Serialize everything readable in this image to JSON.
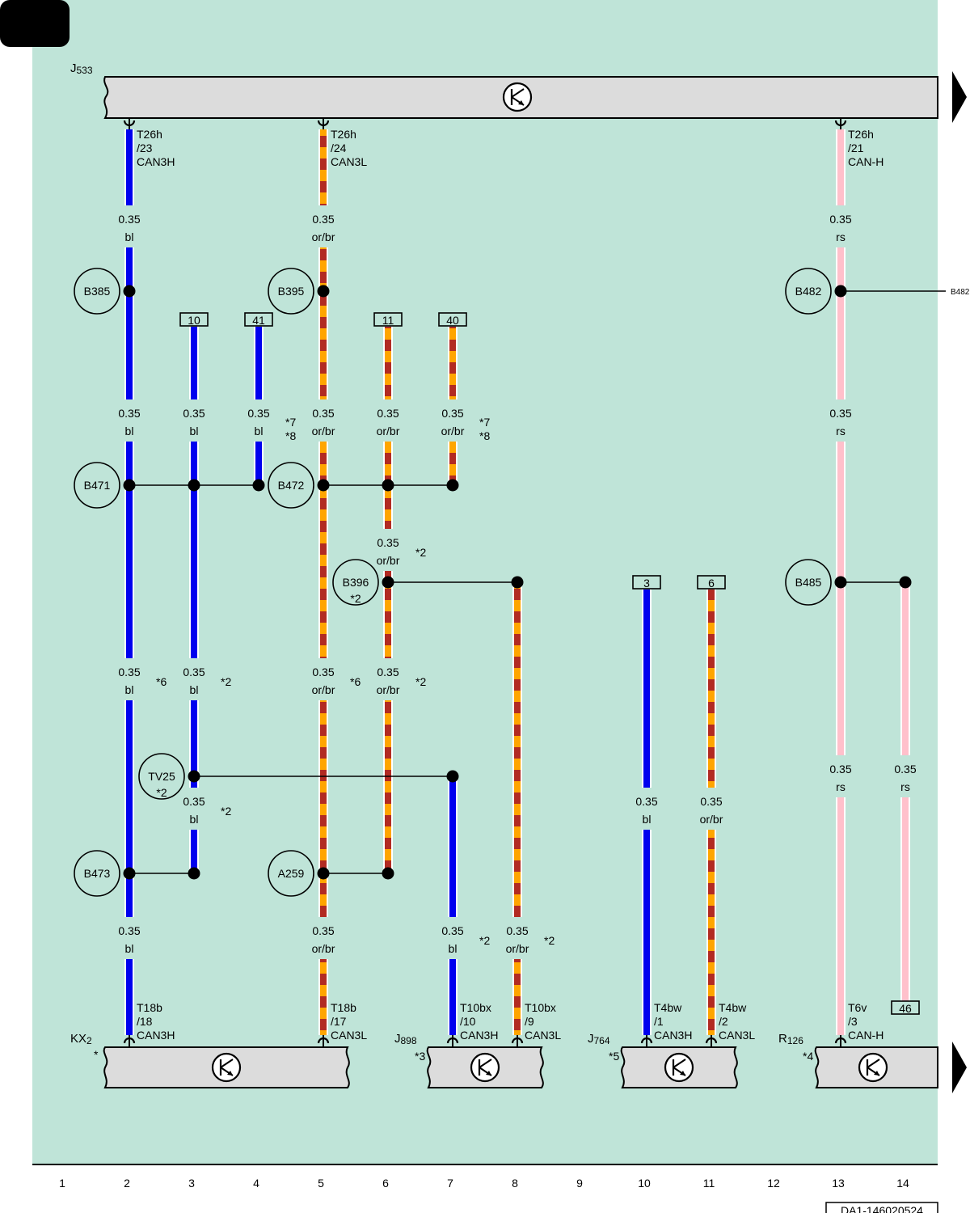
{
  "corner_tag": "",
  "doc_id": "DA1-146020524",
  "column_numbers": [
    "1",
    "2",
    "3",
    "4",
    "5",
    "6",
    "7",
    "8",
    "9",
    "10",
    "11",
    "12",
    "13",
    "14"
  ],
  "colors": {
    "background": "#bfe4d8",
    "bar_fill": "#dcdcdc",
    "blue": "#0000ee",
    "orange": "#ffa500",
    "brown": "#b22b22",
    "pink": "#ffc0cb"
  },
  "components": {
    "top": {
      "name": "J",
      "sub": "533"
    },
    "kx2": {
      "name": "KX",
      "sub": "2",
      "star": "*"
    },
    "j898": {
      "name": "J",
      "sub": "898",
      "star": "*3"
    },
    "j764": {
      "name": "J",
      "sub": "764",
      "star": "*5"
    },
    "r126": {
      "name": "R",
      "sub": "126",
      "star": "*4"
    }
  },
  "pin_labels": {
    "top_c2": [
      "T26h",
      "/23",
      "CAN3H"
    ],
    "top_c5": [
      "T26h",
      "/24",
      "CAN3L"
    ],
    "top_c13": [
      "T26h",
      "/21",
      "CAN-H"
    ],
    "kx_c2": [
      "T18b",
      "/18",
      "CAN3H"
    ],
    "kx_c5": [
      "T18b",
      "/17",
      "CAN3L"
    ],
    "j898_c7": [
      "T10bx",
      "/10",
      "CAN3H"
    ],
    "j898_c8": [
      "T10bx",
      "/9",
      "CAN3L"
    ],
    "j764_c10": [
      "T4bw",
      "/1",
      "CAN3H"
    ],
    "j764_c11": [
      "T4bw",
      "/2",
      "CAN3L"
    ],
    "r126_c13": [
      "T6v",
      "/3",
      "CAN-H"
    ]
  },
  "wire_labels": {
    "w2a": [
      "0.35",
      "bl"
    ],
    "w5a": [
      "0.35",
      "or/br"
    ],
    "w13a": [
      "0.35",
      "rs"
    ],
    "w2b": [
      "0.35",
      "bl"
    ],
    "w3b": [
      "0.35",
      "bl"
    ],
    "w4b": [
      "0.35",
      "bl"
    ],
    "w5b": [
      "0.35",
      "or/br"
    ],
    "w6b": [
      "0.35",
      "or/br"
    ],
    "w7b": [
      "0.35",
      "or/br"
    ],
    "w13b": [
      "0.35",
      "rs"
    ],
    "w6c": [
      "0.35",
      "or/br"
    ],
    "w2d": [
      "0.35",
      "bl"
    ],
    "w3d": [
      "0.35",
      "bl"
    ],
    "w5d": [
      "0.35",
      "or/br"
    ],
    "w6d": [
      "0.35",
      "or/br"
    ],
    "w13e": [
      "0.35",
      "rs"
    ],
    "w14e": [
      "0.35",
      "rs"
    ],
    "w3f": [
      "0.35",
      "bl"
    ],
    "w10f": [
      "0.35",
      "bl"
    ],
    "w11f": [
      "0.35",
      "or/br"
    ],
    "w2g": [
      "0.35",
      "bl"
    ],
    "w5g": [
      "0.35",
      "or/br"
    ],
    "w7g": [
      "0.35",
      "bl"
    ],
    "w8g": [
      "0.35",
      "or/br"
    ]
  },
  "footnotes": {
    "n4": [
      "*7",
      "*8"
    ],
    "n7": [
      "*7",
      "*8"
    ],
    "n6c": "*2",
    "n2d": "*6",
    "n3d": "*2",
    "n5d": "*6",
    "n6d": "*2",
    "n3f": "*2",
    "n7g": "*2",
    "n8g": "*2"
  },
  "connectors": {
    "c10": "10",
    "c41": "41",
    "c11": "11",
    "c40": "40",
    "c3": "3",
    "c6": "6",
    "c46": "46"
  },
  "splices": {
    "B385": "B385",
    "B395": "B395",
    "B482": "B482",
    "B471": "B471",
    "B472": "B472",
    "B396": "B396",
    "B396_note": "*2",
    "B485": "B485",
    "TV25": "TV25",
    "TV25_note": "*2",
    "B473": "B473",
    "A259": "A259"
  },
  "side_labels": {
    "b482_ref": "B482"
  },
  "icons": {
    "ecu": "control-unit-symbol-icon",
    "continue": "continue-arrow-icon"
  }
}
